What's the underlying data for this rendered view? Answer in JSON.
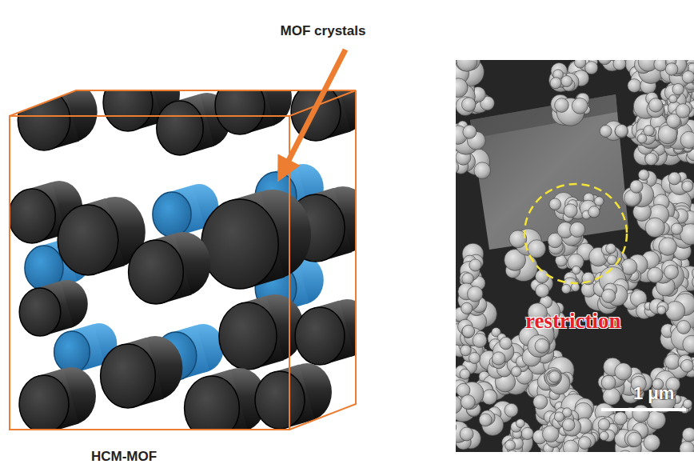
{
  "diagram": {
    "labels": [
      "MOF crystals",
      "HCM-MOF",
      "restriction",
      "1 μm"
    ]
  }
}
